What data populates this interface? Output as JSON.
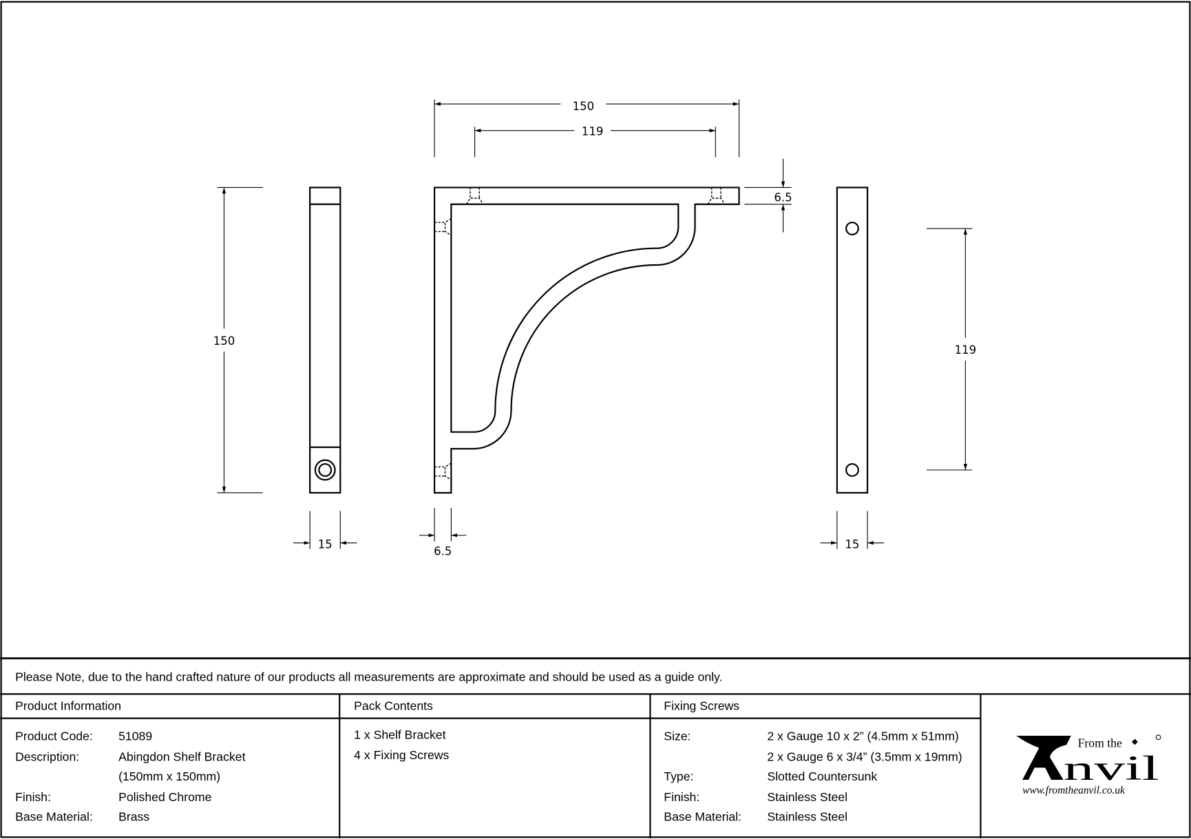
{
  "drawing": {
    "dimensions": {
      "overall_width": "150",
      "hole_spacing_top": "119",
      "plate_thickness_top": "6.5",
      "overall_height": "150",
      "hole_spacing_side": "119",
      "side_width_left": "15",
      "plate_thickness_bottom": "6.5",
      "side_width_right": "15"
    }
  },
  "note": "Please Note, due to the hand crafted nature of our products all measurements are approximate and should be used as a guide only.",
  "product_information": {
    "heading": "Product Information",
    "rows": [
      {
        "label": "Product Code:",
        "value": "51089"
      },
      {
        "label": "Description:",
        "value": "Abingdon Shelf Bracket",
        "value2": "(150mm x 150mm)"
      },
      {
        "label": "Finish:",
        "value": "Polished Chrome"
      },
      {
        "label": "Base Material:",
        "value": "Brass"
      }
    ]
  },
  "pack_contents": {
    "heading": "Pack Contents",
    "items": [
      "1 x Shelf Bracket",
      "4 x Fixing Screws"
    ]
  },
  "fixing_screws": {
    "heading": "Fixing Screws",
    "rows": [
      {
        "label": "Size:",
        "value": "2 x Gauge 10 x 2” (4.5mm x 51mm)",
        "value2": "2 x Gauge 6 x 3/4” (3.5mm x 19mm)"
      },
      {
        "label": "Type:",
        "value": "Slotted Countersunk"
      },
      {
        "label": "Finish:",
        "value": "Stainless Steel"
      },
      {
        "label": "Base Material:",
        "value": "Stainless Steel"
      }
    ]
  },
  "logo": {
    "from_the": "From the",
    "anvil": "nvil",
    "url": "www.fromtheanvil.co.uk"
  }
}
